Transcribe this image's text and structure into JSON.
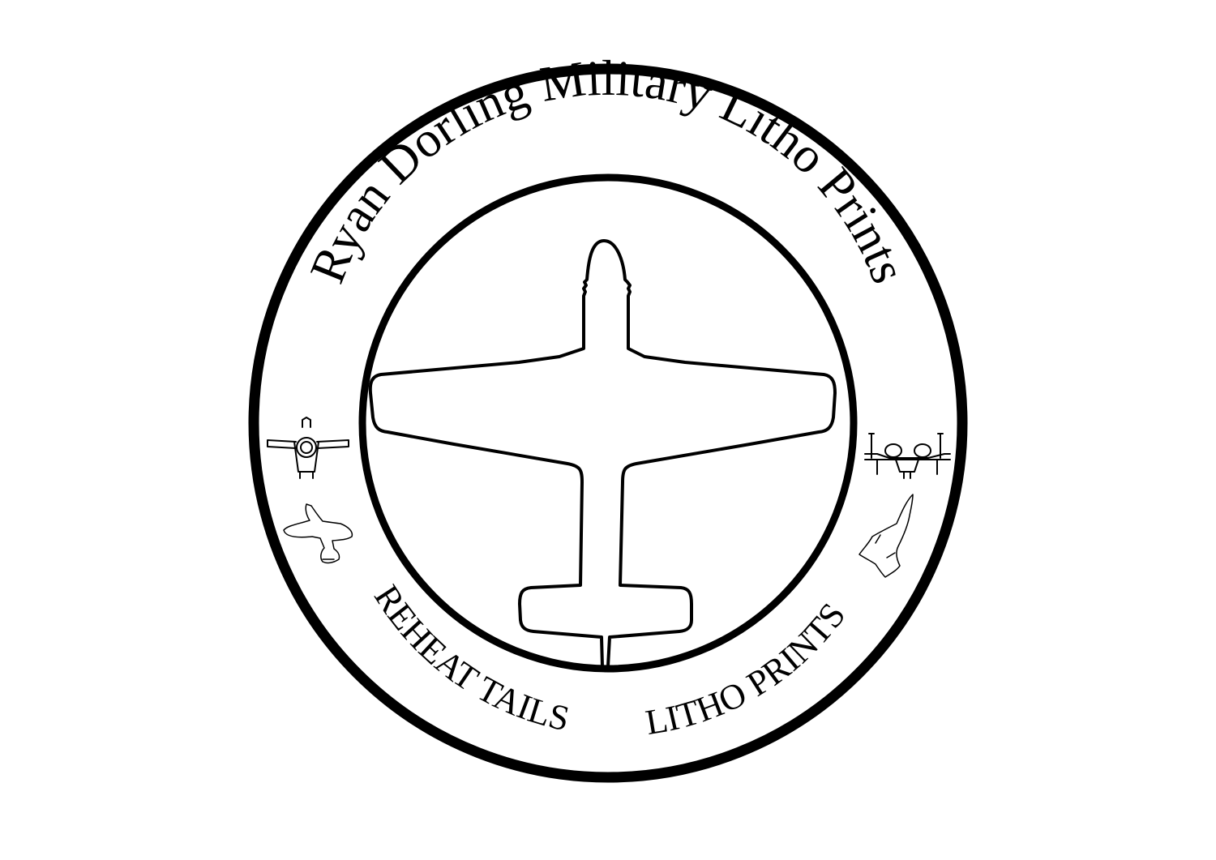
{
  "badge": {
    "top_text": "Ryan Dorling Military Litho Prints",
    "bottom_left_text": "REHEAT TAILS",
    "bottom_right_text": "LITHO PRINTS"
  },
  "icons": {
    "center": "fighter-plane-silhouette-icon",
    "left_upper": "propeller-fighter-front-view-icon",
    "left_lower": "spitfire-silhouette-icon",
    "right_upper": "a10-warthog-front-view-icon",
    "right_lower": "sr71-blackbird-silhouette-icon"
  },
  "colors": {
    "ink": "#000000",
    "background": "#ffffff"
  }
}
